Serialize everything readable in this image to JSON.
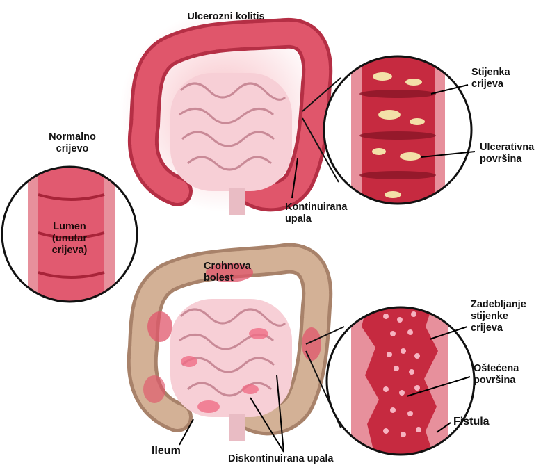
{
  "colors": {
    "uc_colon": "#d84a5e",
    "uc_colon_dark": "#b52f45",
    "uc_glow": "#f4a0aa",
    "crohn_colon": "#c9a58a",
    "crohn_colon_dark": "#a8826a",
    "small_intestine": "#f7cfd6",
    "small_intestine_line": "#c98a97",
    "wall_pink": "#e7909c",
    "lumen_red": "#c62a40",
    "ulcer_yellow": "#f3e0a8",
    "nodule_pink": "#f6b3c0",
    "leader_line": "#000000"
  },
  "labels": {
    "uc_title": "Ulcerozni kolitis",
    "uc_wall": "Stijenka\ncrijeva",
    "uc_surface": "Ulcerativna\npovršina",
    "uc_continuous": "Kontinuirana\nupala",
    "normal_title": "Normalno\ncrijevo",
    "normal_lumen": "Lumen\n(unutar\ncrijeva)",
    "crohn_title": "Crohnova\nbolest",
    "crohn_thickening": "Zadebljanje\nstijenke\ncrijeva",
    "crohn_damaged": "Oštećena\npovršina",
    "crohn_fistula": "Fistula",
    "crohn_ileum": "Ileum",
    "crohn_discontinuous": "Diskontinuirana upala"
  }
}
